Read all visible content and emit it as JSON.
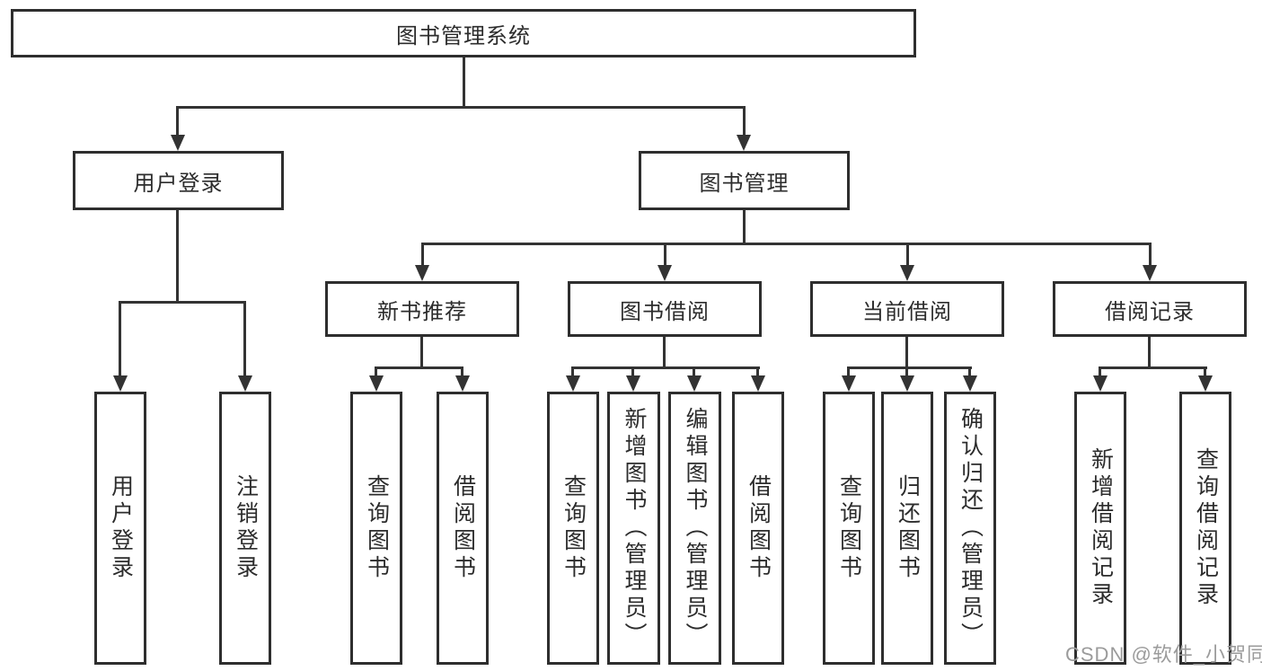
{
  "tree": {
    "root": "图书管理系统",
    "children": [
      {
        "label": "用户登录",
        "children": [
          "用户登录",
          "注销登录"
        ]
      },
      {
        "label": "图书管理",
        "children": [
          {
            "label": "新书推荐",
            "children": [
              "查询图书",
              "借阅图书"
            ]
          },
          {
            "label": "图书借阅",
            "children": [
              "查询图书",
              "新增图书（管理员）",
              "编辑图书（管理员）",
              "借阅图书"
            ]
          },
          {
            "label": "当前借阅",
            "children": [
              "查询图书",
              "归还图书",
              "确认归还（管理员）"
            ]
          },
          {
            "label": "借阅记录",
            "children": [
              "新增借阅记录",
              "查询借阅记录"
            ]
          }
        ]
      }
    ]
  },
  "watermark": "CSDN @软件_小贺同学",
  "colors": {
    "line": "#333333",
    "border": "#2e2e2e",
    "text": "#2c2c2c",
    "watermark": "#9b9b9b",
    "background": "#ffffff"
  }
}
